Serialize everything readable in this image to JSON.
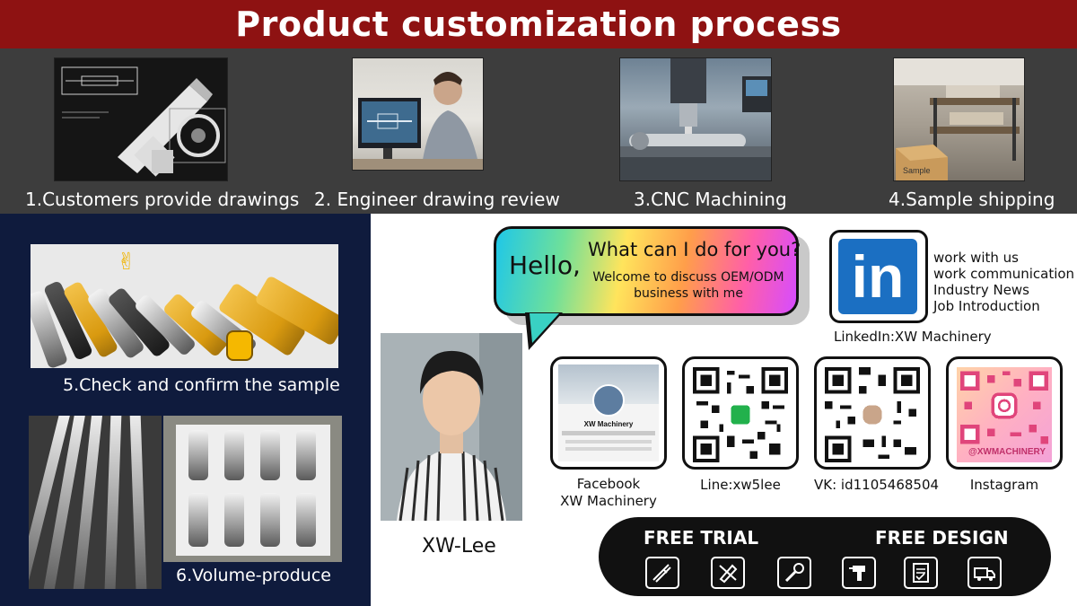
{
  "header": {
    "title": "Product customization process"
  },
  "steps": [
    {
      "caption": "1.Customers provide drawings"
    },
    {
      "caption": "2. Engineer drawing review"
    },
    {
      "caption": "3.CNC Machining"
    },
    {
      "caption": "4.Sample shipping"
    }
  ],
  "left_panel": {
    "check_label": "5.Check and confirm the sample",
    "volume_label": "6.Volume-produce"
  },
  "bubble": {
    "hello": "Hello,",
    "question": "What can I do for you?",
    "welcome": "Welcome to discuss OEM/ODM business with me"
  },
  "linkedin": {
    "logo_text": "in",
    "items": [
      "work with us",
      "work communication",
      "Industry News",
      "Job Introduction"
    ],
    "caption": "LinkedIn:XW Machinery"
  },
  "person": {
    "name": "XW-Lee"
  },
  "contacts": {
    "facebook": {
      "label_line1": "Facebook",
      "label_line2": "XW Machinery",
      "profile_name": "XW Machinery"
    },
    "line": {
      "label": "Line:xw5lee"
    },
    "vk": {
      "label": "VK: id1105468504"
    },
    "instagram": {
      "label": "Instagram",
      "handle": "@XWMACHINERY"
    }
  },
  "offer": {
    "free_trial": "FREE TRIAL",
    "free_design": "FREE DESIGN",
    "icons": [
      "caliper-icon",
      "design-pencil-icon",
      "wrench-icon",
      "drill-icon",
      "checklist-icon",
      "delivery-truck-icon"
    ]
  },
  "colors": {
    "banner": "#8e1212",
    "steps_bg": "#3d3d3d",
    "left_panel_bg": "#0f1b3d",
    "linkedin_blue": "#1b6fc2",
    "offer_bar": "#111111"
  }
}
